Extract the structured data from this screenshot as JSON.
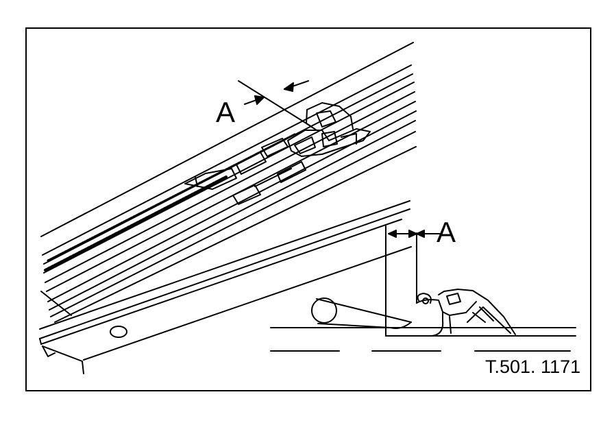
{
  "diagram": {
    "dimension_label_top": "A",
    "dimension_label_detail": "A",
    "reference_code": "T.501. 1171"
  },
  "colors": {
    "line": "#000000",
    "background": "#ffffff"
  }
}
